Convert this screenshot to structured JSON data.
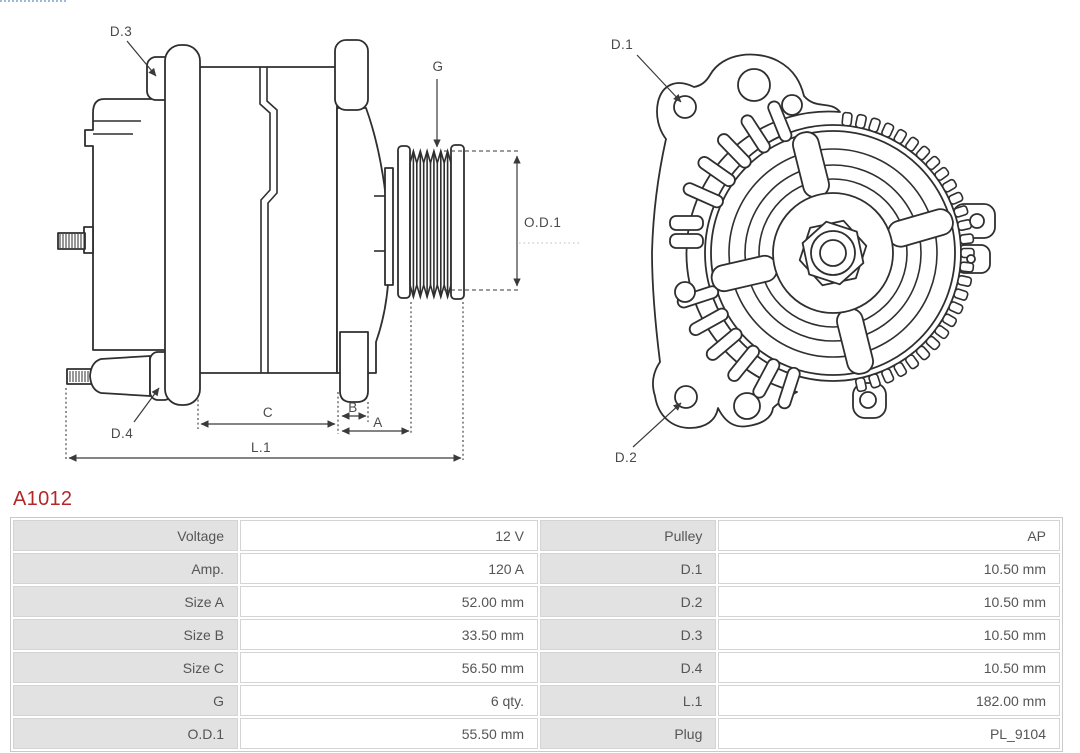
{
  "colors": {
    "accent_red": "#b2282a",
    "drawing_line": "#2f2f2f",
    "dimension_line": "#3a3a3a",
    "drawing_text": "#4a4a4a",
    "table_label_bg": "#e2e2e2",
    "table_border": "#c9c9c9",
    "table_text": "#555555"
  },
  "part_number": "A1012",
  "drawing": {
    "side_view": {
      "labels": {
        "d3": "D.3",
        "d4": "D.4",
        "g": "G",
        "od1": "O.D.1",
        "a": "A",
        "b": "B",
        "c": "C",
        "l1": "L.1"
      }
    },
    "front_view": {
      "labels": {
        "d1": "D.1",
        "d2": "D.2"
      }
    }
  },
  "spec_table": {
    "rows": [
      {
        "c0": "Voltage",
        "c1": "12 V",
        "c2": "Pulley",
        "c3": "AP"
      },
      {
        "c0": "Amp.",
        "c1": "120 A",
        "c2": "D.1",
        "c3": "10.50 mm"
      },
      {
        "c0": "Size A",
        "c1": "52.00 mm",
        "c2": "D.2",
        "c3": "10.50 mm"
      },
      {
        "c0": "Size B",
        "c1": "33.50 mm",
        "c2": "D.3",
        "c3": "10.50 mm"
      },
      {
        "c0": "Size C",
        "c1": "56.50 mm",
        "c2": "D.4",
        "c3": "10.50 mm"
      },
      {
        "c0": "G",
        "c1": "6 qty.",
        "c2": "L.1",
        "c3": "182.00 mm"
      },
      {
        "c0": "O.D.1",
        "c1": "55.50 mm",
        "c2": "Plug",
        "c3": "PL_9104"
      }
    ]
  }
}
